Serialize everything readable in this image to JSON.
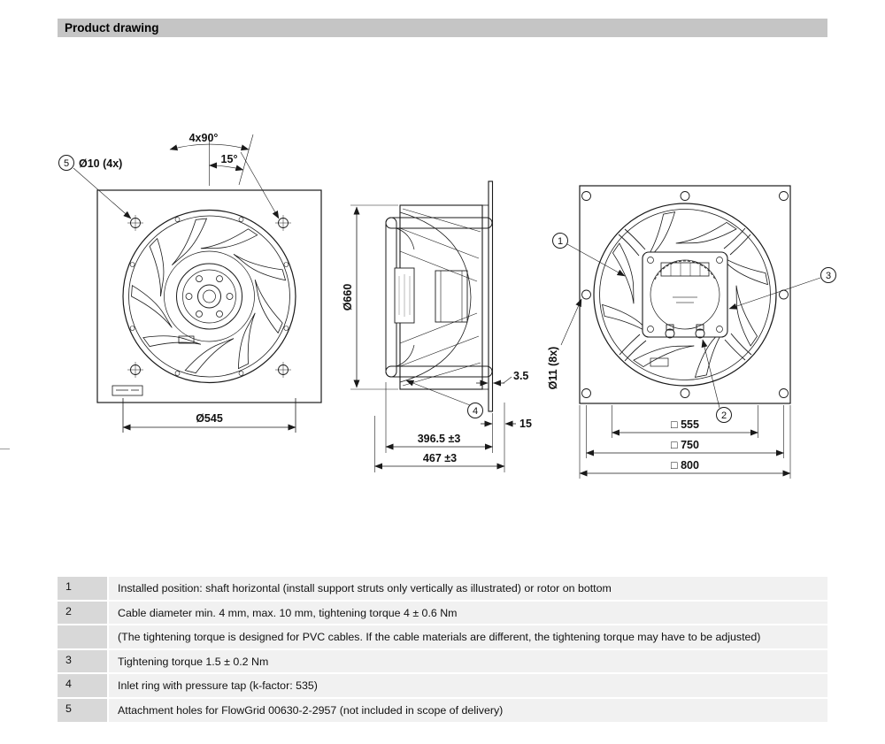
{
  "page": {
    "title": "Product drawing"
  },
  "views": {
    "front": {
      "dim_fan_diameter": "Ø545",
      "hole_callout": "5",
      "hole_label": "Ø10 (4x)",
      "hole_spacing_label": "4x90°",
      "hole_offset_label": "15°"
    },
    "side": {
      "dim_impeller_diameter": "Ø660",
      "dim_depth_inner": "396.5 ±3",
      "dim_depth_total": "467 ±3",
      "dim_plate_thickness": "3.5",
      "dim_offset": "15",
      "inlet_callout": "4"
    },
    "rear": {
      "callout_struts": "1",
      "callout_cable": "2",
      "callout_terminal": "3",
      "hole_label": "Ø11 (8x)",
      "dim_inner_square": "□ 555",
      "dim_bolt_square": "□ 750",
      "dim_plate_square": "□ 800"
    }
  },
  "notes_table": {
    "rows": [
      {
        "num": "1",
        "text": "Installed position: shaft horizontal (install support struts only vertically as illustrated) or rotor on bottom"
      },
      {
        "num": "2",
        "text": "Cable diameter min. 4 mm, max. 10 mm, tightening torque 4 ± 0.6 Nm"
      },
      {
        "num": "",
        "text": "(The tightening torque is designed for PVC cables. If the cable materials are different, the tightening torque may have to be adjusted)"
      },
      {
        "num": "3",
        "text": "Tightening torque 1.5 ± 0.2 Nm"
      },
      {
        "num": "4",
        "text": "Inlet ring with pressure tap (k-factor: 535)"
      },
      {
        "num": "5",
        "text": "Attachment holes for FlowGrid 00630-2-2957 (not included in scope of delivery)"
      }
    ]
  },
  "colors": {
    "header_bg": "#c5c5c5",
    "row_num_bg": "#d8d8d8",
    "row_text_bg": "#f1f1f1",
    "line": "#1a1a1a"
  }
}
